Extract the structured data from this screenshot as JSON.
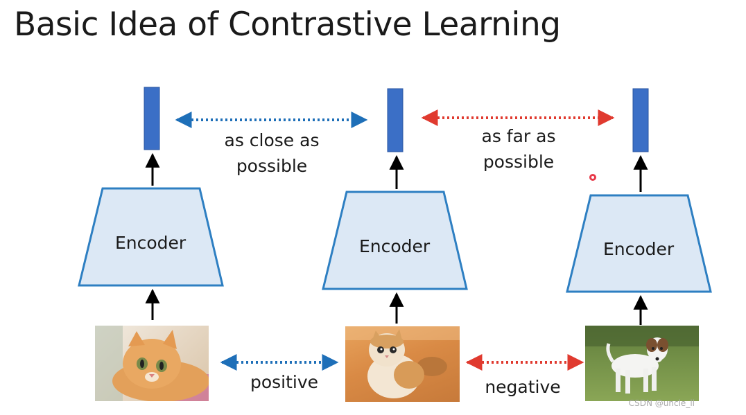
{
  "slide": {
    "title": "Basic Idea of Contrastive Learning",
    "watermark": "CSDN @uncle_ll"
  },
  "encoders": [
    {
      "label": "Encoder",
      "image": "orange-kitten-photo"
    },
    {
      "label": "Encoder",
      "image": "cream-cat-photo"
    },
    {
      "label": "Encoder",
      "image": "jack-russell-dog-photo"
    }
  ],
  "relations": {
    "top_left": {
      "label_line1": "as close as",
      "label_line2": "possible",
      "color": "#1E6FB8"
    },
    "top_right": {
      "label_line1": "as far as",
      "label_line2": "possible",
      "color": "#E03A2F"
    },
    "bottom_left": {
      "label": "positive",
      "color": "#1E6FB8"
    },
    "bottom_right": {
      "label": "negative",
      "color": "#E03A2F"
    }
  },
  "colors": {
    "embedding_fill": "#3B6FC6",
    "encoder_fill": "#DCE8F5",
    "encoder_stroke": "#2E7FC2",
    "arrow": "#000000"
  }
}
